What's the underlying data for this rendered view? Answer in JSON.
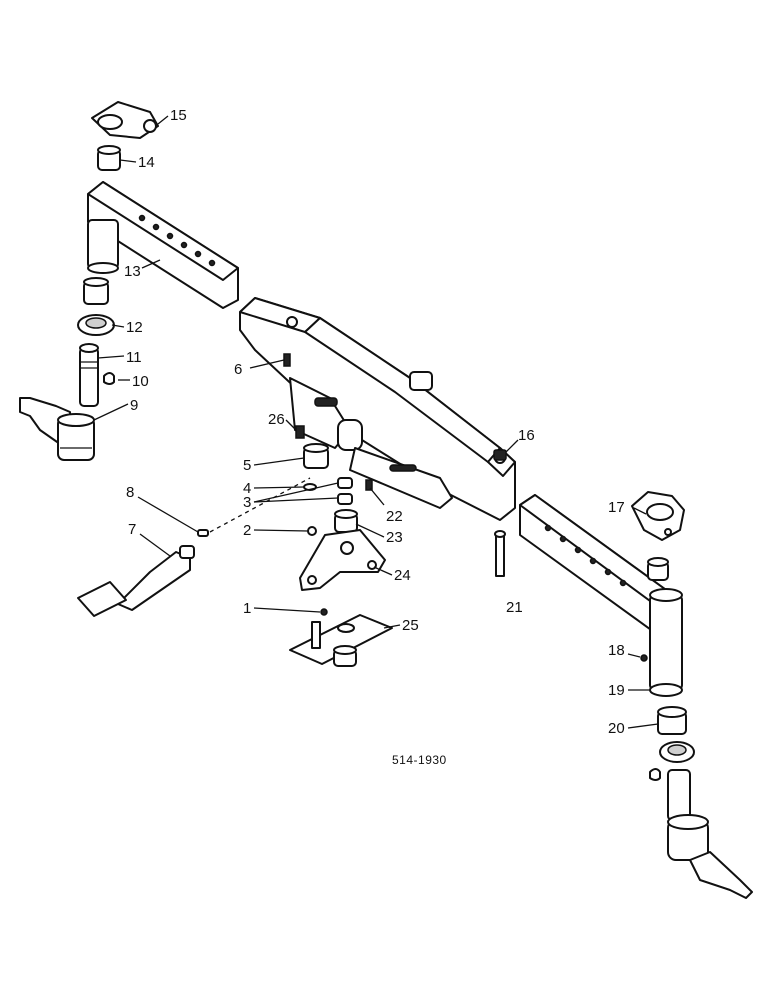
{
  "diagram_code": "514-1930",
  "callouts": [
    "1",
    "2",
    "3",
    "4",
    "5",
    "6",
    "7",
    "8",
    "9",
    "10",
    "11",
    "12",
    "13",
    "14",
    "15",
    "16",
    "17",
    "18",
    "19",
    "20",
    "21",
    "22",
    "23",
    "24",
    "25",
    "26"
  ]
}
